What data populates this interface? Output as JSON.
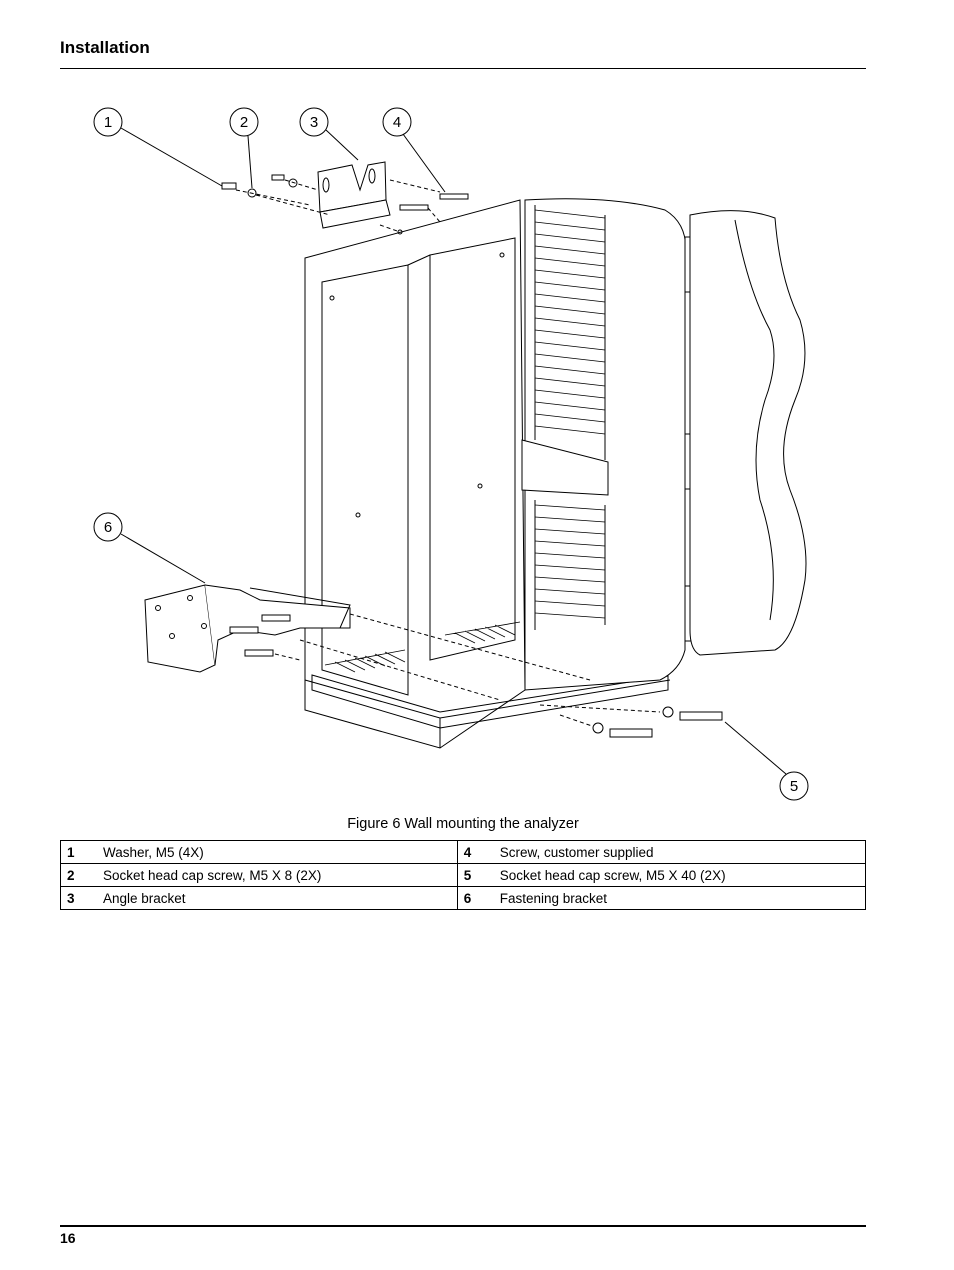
{
  "header": {
    "section_title": "Installation"
  },
  "figure": {
    "callouts": [
      "1",
      "2",
      "3",
      "4",
      "5",
      "6"
    ],
    "caption": "Figure 6 Wall mounting the analyzer"
  },
  "legend": {
    "rows": [
      {
        "left_num": "1",
        "left_text": "Washer, M5 (4X)",
        "right_num": "4",
        "right_text": "Screw, customer supplied"
      },
      {
        "left_num": "2",
        "left_text": "Socket head cap screw, M5 X 8 (2X)",
        "right_num": "5",
        "right_text": "Socket head cap screw, M5 X 40 (2X)"
      },
      {
        "left_num": "3",
        "left_text": "Angle bracket",
        "right_num": "6",
        "right_text": "Fastening bracket"
      }
    ]
  },
  "footer": {
    "page_number": "16"
  }
}
